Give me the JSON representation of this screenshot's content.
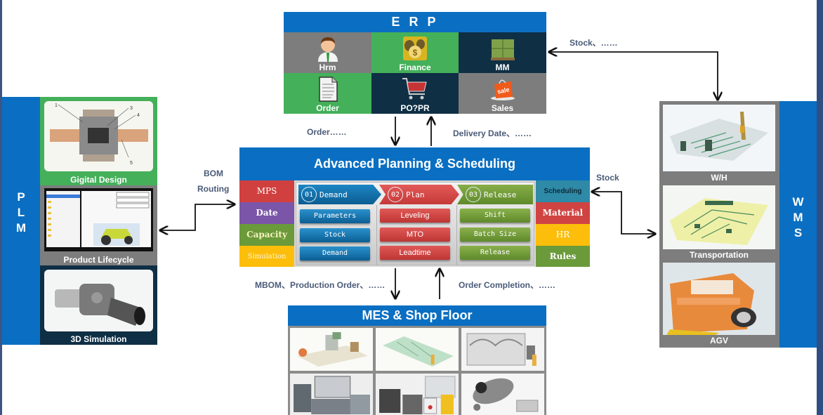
{
  "erp": {
    "title": "E R P",
    "modules": [
      {
        "label": "Hrm",
        "icon": "person-icon",
        "color": "#7d7d7d"
      },
      {
        "label": "Finance",
        "icon": "money-bags-icon",
        "color": "#44b05a"
      },
      {
        "label": "MM",
        "icon": "pallet-boxes-icon",
        "color": "#0f2f45"
      },
      {
        "label": "Order",
        "icon": "document-icon",
        "color": "#44b05a"
      },
      {
        "label": "PO?PR",
        "icon": "shopping-cart-icon",
        "color": "#0f2f45"
      },
      {
        "label": "Sales",
        "icon": "sale-bag-icon",
        "color": "#7d7d7d"
      }
    ]
  },
  "flows": {
    "erp_to_aps": "Order……",
    "aps_to_erp": "Delivery Date、……",
    "erp_wms": "Stock、……",
    "plm_aps_line1": "BOM",
    "plm_aps_line2": "Routing",
    "aps_wms": "Stock",
    "aps_to_mes": "MBOM、Production Order、……",
    "mes_to_aps": "Order Completion、……"
  },
  "aps": {
    "title": "Advanced Planning & Scheduling",
    "left_blocks": [
      {
        "label": "MPS",
        "color": "#d0403f"
      },
      {
        "label": "Date",
        "color": "#7b55a8"
      },
      {
        "label": "Capacity",
        "color": "#6a9a3a"
      },
      {
        "label": "Simulation",
        "color": "#fcbe0a"
      }
    ],
    "right_blocks": [
      {
        "label": "Scheduling",
        "color": "#2e8aa6"
      },
      {
        "label": "Material",
        "color": "#cf4442"
      },
      {
        "label": "HR",
        "color": "#fcbe0a"
      },
      {
        "label": "Rules",
        "color": "#6a9a3a"
      }
    ],
    "steps": [
      {
        "num": "01",
        "label": "Demand",
        "items": [
          "Parameters",
          "Stock",
          "Demand"
        ]
      },
      {
        "num": "02",
        "label": "Plan",
        "items": [
          "Leveling",
          "MTO",
          "Leadtime"
        ]
      },
      {
        "num": "03",
        "label": "Release",
        "items": [
          "Shift",
          "Batch Size",
          "Release"
        ]
      }
    ]
  },
  "plm": {
    "title": [
      "P",
      "L",
      "M"
    ],
    "sections": [
      {
        "label": "Gigital Design"
      },
      {
        "label": "Product Lifecycle"
      },
      {
        "label": "3D Simulation"
      }
    ]
  },
  "wms": {
    "title": [
      "W",
      "M",
      "S"
    ],
    "sections": [
      {
        "label": "W/H"
      },
      {
        "label": "Transportation"
      },
      {
        "label": "AGV"
      }
    ]
  },
  "mes": {
    "title": "MES & Shop Floor",
    "images": [
      "machinery-1",
      "machinery-2",
      "machinery-3",
      "control-panels",
      "drives-equipment",
      "motors"
    ]
  }
}
